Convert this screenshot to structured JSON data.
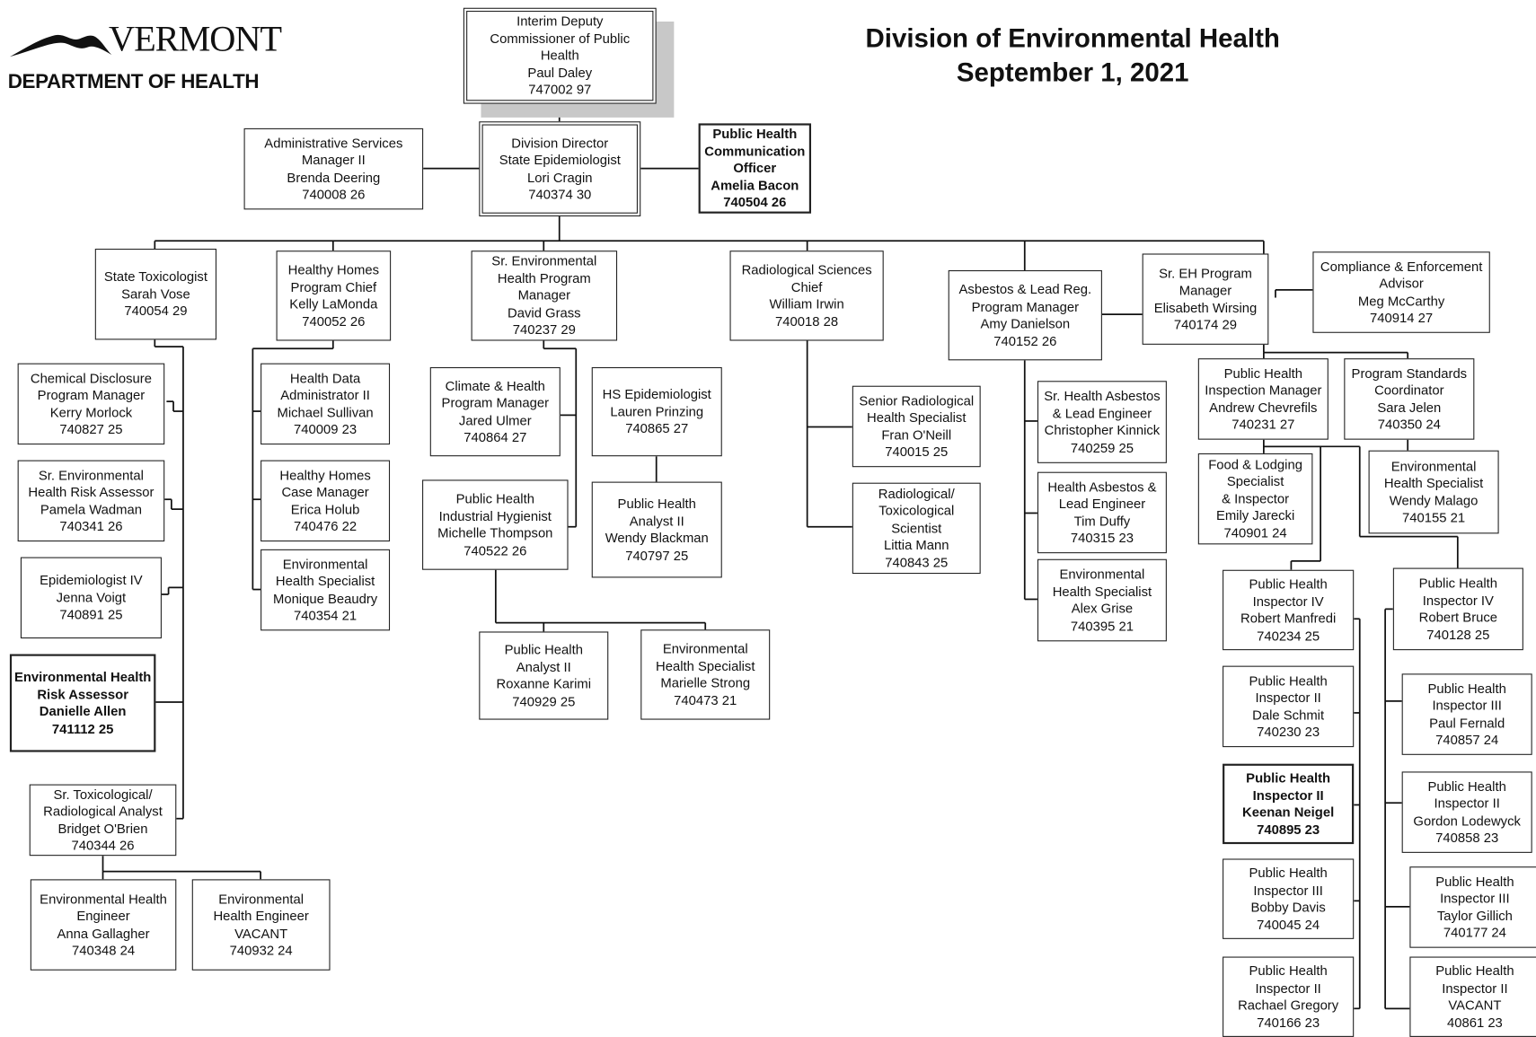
{
  "header": {
    "logo_word": "VERMONT",
    "logo_dept": "DEPARTMENT OF HEALTH",
    "title_line1": "Division of Environmental Health",
    "title_line2": "September 1, 2021"
  },
  "boxes": [
    {
      "id": "interim",
      "lines": [
        "Interim Deputy",
        "Commissioner of Public",
        "Health",
        "Paul Daley",
        "747002  97"
      ]
    },
    {
      "id": "admin",
      "lines": [
        "Administrative Services",
        "Manager II",
        "Brenda Deering",
        "740008  26"
      ]
    },
    {
      "id": "director",
      "lines": [
        "Division Director",
        "State Epidemiologist",
        "Lori Cragin",
        "740374  30"
      ]
    },
    {
      "id": "pho",
      "lines": [
        "Public Health",
        "Communication",
        "Officer",
        "Amelia Bacon",
        "740504  26"
      ]
    },
    {
      "id": "tox",
      "lines": [
        "State Toxicologist",
        "Sarah Vose",
        "740054  29"
      ]
    },
    {
      "id": "hhchief",
      "lines": [
        "Healthy Homes",
        "Program Chief",
        "Kelly LaMonda",
        "740052  26"
      ]
    },
    {
      "id": "srehpm",
      "lines": [
        "Sr. Environmental",
        "Health Program",
        "Manager",
        "David Grass",
        "740237  29"
      ]
    },
    {
      "id": "radchief",
      "lines": [
        "Radiological Sciences",
        "Chief",
        "William Irwin",
        "740018  28"
      ]
    },
    {
      "id": "asbpm",
      "lines": [
        "Asbestos & Lead Reg.",
        "Program Manager",
        "Amy Danielson",
        "740152  26"
      ]
    },
    {
      "id": "srehprog",
      "lines": [
        "Sr. EH Program",
        "Manager",
        "Elisabeth Wirsing",
        "740174  29"
      ]
    },
    {
      "id": "compliance",
      "lines": [
        "Compliance & Enforcement",
        "Advisor",
        "Meg McCarthy",
        "740914  27"
      ]
    },
    {
      "id": "chemdisc",
      "lines": [
        "Chemical Disclosure",
        "Program Manager",
        "Kerry Morlock",
        "740827  25"
      ]
    },
    {
      "id": "srriskass",
      "lines": [
        "Sr. Environmental",
        "Health Risk Assessor",
        "Pamela Wadman",
        "740341  26"
      ]
    },
    {
      "id": "epi4",
      "lines": [
        "Epidemiologist IV",
        "Jenna Voigt",
        "740891   25"
      ]
    },
    {
      "id": "ehriskass",
      "lines": [
        "Environmental Health",
        "Risk Assessor",
        "Danielle Allen",
        "741112  25"
      ]
    },
    {
      "id": "srtox",
      "lines": [
        "Sr. Toxicological/",
        "Radiological Analyst",
        "Bridget O'Brien",
        "740344  26"
      ]
    },
    {
      "id": "eheng1",
      "lines": [
        "Environmental Health",
        "Engineer",
        "Anna Gallagher",
        "740348  24"
      ]
    },
    {
      "id": "eheng2",
      "lines": [
        "Environmental",
        "Health Engineer",
        "VACANT",
        "740932  24"
      ]
    },
    {
      "id": "hda",
      "lines": [
        "Health Data",
        "Administrator II",
        "Michael Sullivan",
        "740009  23"
      ]
    },
    {
      "id": "hhcm",
      "lines": [
        "Healthy Homes",
        "Case Manager",
        "Erica Holub",
        "740476  22"
      ]
    },
    {
      "id": "ehs1",
      "lines": [
        "Environmental",
        "Health Specialist",
        "Monique Beaudry",
        "740354  21"
      ]
    },
    {
      "id": "climate",
      "lines": [
        "Climate & Health",
        "Program Manager",
        "Jared Ulmer",
        "740864  27"
      ]
    },
    {
      "id": "hsepi",
      "lines": [
        "HS Epidemiologist",
        "Lauren Prinzing",
        "740865    27"
      ]
    },
    {
      "id": "indhyg",
      "lines": [
        "Public Health",
        "Industrial Hygienist",
        "Michelle Thompson",
        "740522  26"
      ]
    },
    {
      "id": "pha1",
      "lines": [
        "Public Health",
        "Analyst II",
        "Wendy Blackman",
        "740797  25"
      ]
    },
    {
      "id": "pha2",
      "lines": [
        "Public Health",
        "Analyst II",
        "Roxanne Karimi",
        "740929  25"
      ]
    },
    {
      "id": "ehs2",
      "lines": [
        "Environmental",
        "Health Specialist",
        "Marielle Strong",
        "740473    21"
      ]
    },
    {
      "id": "srrad",
      "lines": [
        "Senior Radiological",
        "Health Specialist",
        "Fran O'Neill",
        "740015  25"
      ]
    },
    {
      "id": "radtox",
      "lines": [
        "Radiological/",
        "Toxicological",
        "Scientist",
        "Littia Mann",
        "740843  25"
      ]
    },
    {
      "id": "srasb",
      "lines": [
        "Sr. Health Asbestos",
        "& Lead Engineer",
        "Christopher Kinnick",
        "740259  25"
      ]
    },
    {
      "id": "asb",
      "lines": [
        "Health Asbestos &",
        "Lead Engineer",
        "Tim Duffy",
        "740315  23"
      ]
    },
    {
      "id": "ehs3",
      "lines": [
        "Environmental",
        "Health Specialist",
        "Alex Grise",
        "740395  21"
      ]
    },
    {
      "id": "phim",
      "lines": [
        "Public Health",
        "Inspection Manager",
        "Andrew Chevrefils",
        "740231  27"
      ]
    },
    {
      "id": "psc",
      "lines": [
        "Program Standards",
        "Coordinator",
        "Sara Jelen",
        "740350  24"
      ]
    },
    {
      "id": "food",
      "lines": [
        "Food & Lodging",
        "Specialist",
        "& Inspector",
        "Emily Jarecki",
        "740901  24"
      ]
    },
    {
      "id": "ehs4",
      "lines": [
        "Environmental",
        "Health Specialist",
        "Wendy Malago",
        "740155  21"
      ]
    },
    {
      "id": "phi4a",
      "lines": [
        "Public Health",
        "Inspector IV",
        "Robert Manfredi",
        "740234  25"
      ]
    },
    {
      "id": "phi4b",
      "lines": [
        "Public Health",
        "Inspector IV",
        "Robert Bruce",
        "740128  25"
      ]
    },
    {
      "id": "phi2a",
      "lines": [
        "Public Health",
        "Inspector II",
        "Dale Schmit",
        "740230  23"
      ]
    },
    {
      "id": "phi3a",
      "lines": [
        "Public Health",
        "Inspector III",
        "Paul Fernald",
        "740857  24"
      ]
    },
    {
      "id": "phi2b",
      "lines": [
        "Public Health",
        "Inspector II",
        "Keenan Neigel",
        "740895 23"
      ]
    },
    {
      "id": "phi2c",
      "lines": [
        "Public Health",
        "Inspector II",
        "Gordon Lodewyck",
        "740858  23"
      ]
    },
    {
      "id": "phi3b",
      "lines": [
        "Public Health",
        "Inspector III",
        "Bobby Davis",
        "740045  24"
      ]
    },
    {
      "id": "phi3c",
      "lines": [
        "Public Health",
        "Inspector III",
        "Taylor Gillich",
        "740177  24"
      ]
    },
    {
      "id": "phi2d",
      "lines": [
        "Public Health",
        "Inspector II",
        "Rachael Gregory",
        "740166  23"
      ]
    },
    {
      "id": "phi2e",
      "lines": [
        "Public Health",
        "Inspector II",
        "VACANT",
        "40861 23"
      ]
    }
  ]
}
